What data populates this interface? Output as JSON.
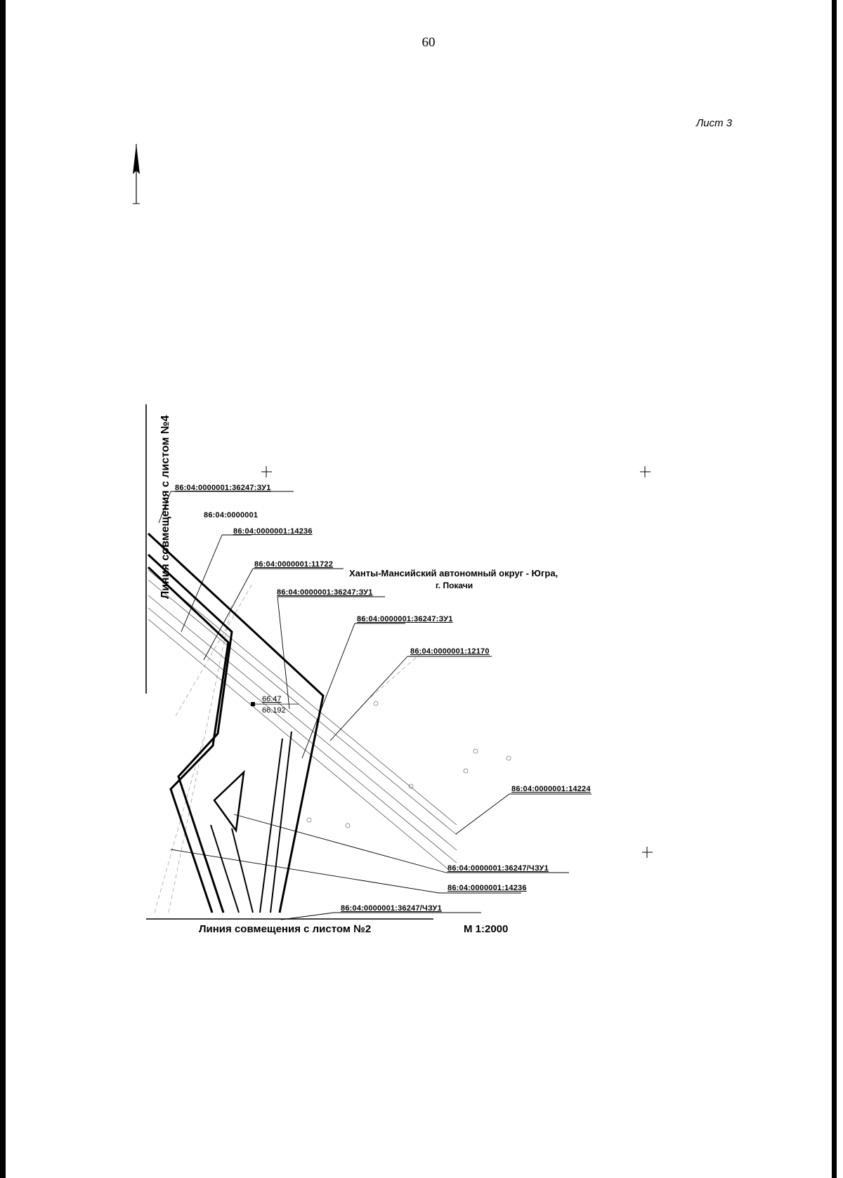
{
  "page": {
    "number": "60",
    "sheet": "Лист 3"
  },
  "map": {
    "title_region": "Ханты-Мансийский автономный округ - Югра,",
    "title_city": "г. Покачи",
    "match_line_left": "Линия совмещения с листом №4",
    "match_line_bottom": "Линия совмещения с листом №2",
    "scale": "М 1:2000",
    "elevation": {
      "value": "66.47",
      "sub": "66.192"
    },
    "parcels": [
      "86:04:0000001:36247:ЗУ1",
      "86:04:0000001",
      "86:04:0000001:14236",
      "86:04:0000001:11722",
      "86:04:0000001:36247:ЗУ1",
      "86:04:0000001:36247:ЗУ1",
      "86:04:0000001:12170",
      "86:04:0000001:14224",
      "86:04:0000001:36247/ЧЗУ1",
      "86:04:0000001:14236",
      "86:04:0000001:36247/ЧЗУ1"
    ]
  }
}
